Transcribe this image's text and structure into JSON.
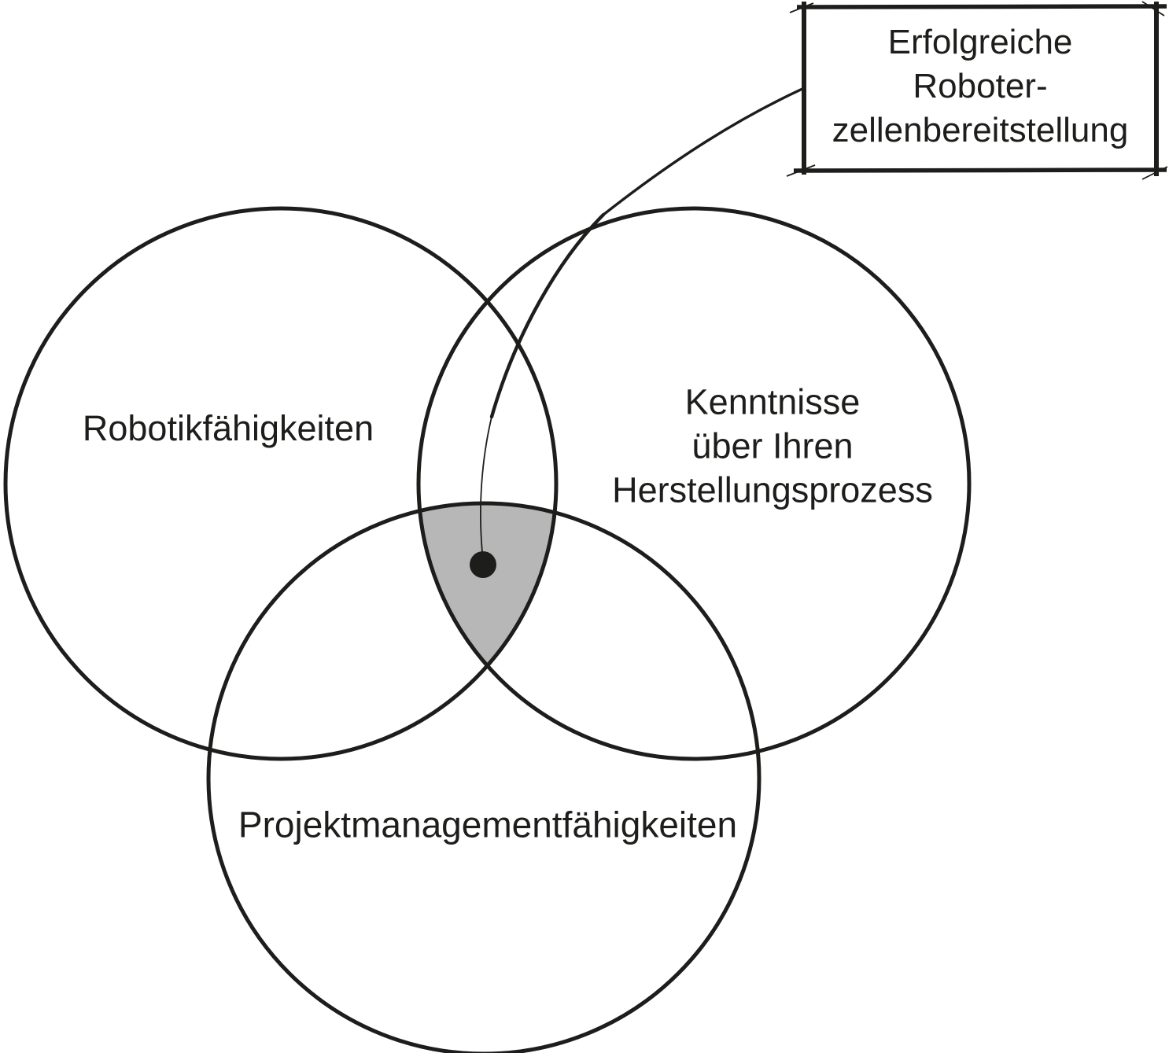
{
  "diagram": {
    "type": "venn-3-circle",
    "callout": {
      "label": "Erfolgreiche Roboter-\nzellenbereitstellung"
    },
    "circles": {
      "left": {
        "label": "Robotikfähigkeiten"
      },
      "right": {
        "label": "Kenntnisse\nüber Ihren\nHerstellungsprozess"
      },
      "bottom": {
        "label": "Projektmanagementfähigkeiten"
      }
    },
    "colors": {
      "line": "#1d1d1b",
      "intersection_fill": "#b7b7b7",
      "background": "#ffffff"
    }
  }
}
